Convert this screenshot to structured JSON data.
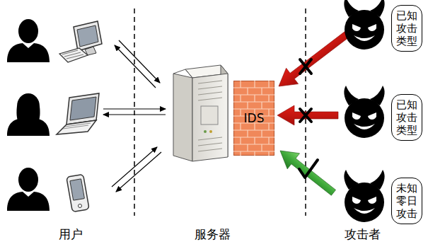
{
  "diagram": {
    "nodes": [
      {
        "text": [
          "IDS"
        ]
      },
      {
        "text": [
          "已知攻击类型"
        ]
      },
      {
        "text": [
          "已知攻击类型"
        ]
      },
      {
        "text": [
          "未知零日攻击"
        ]
      }
    ],
    "labels": [
      "用户",
      "服务器",
      "攻击者"
    ]
  }
}
